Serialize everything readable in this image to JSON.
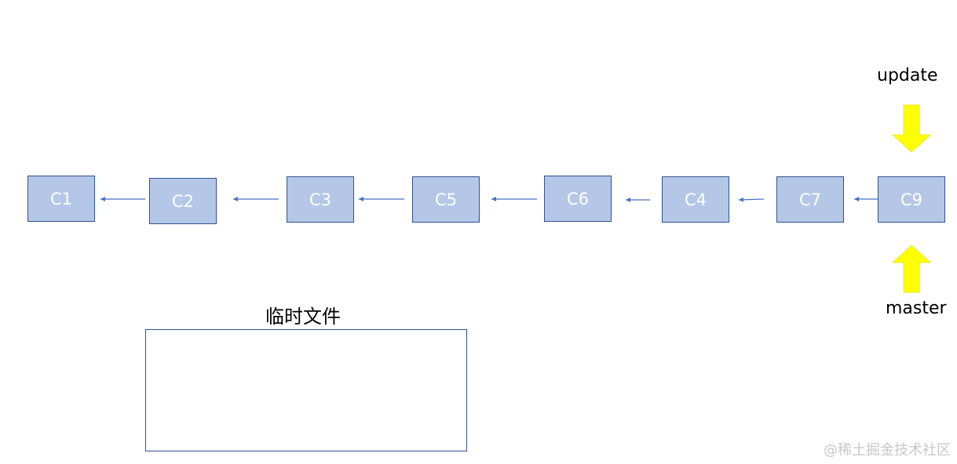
{
  "commits": [
    {
      "id": "c1",
      "label": "C1"
    },
    {
      "id": "c2",
      "label": "C2"
    },
    {
      "id": "c3",
      "label": "C3"
    },
    {
      "id": "c5",
      "label": "C5"
    },
    {
      "id": "c6",
      "label": "C6"
    },
    {
      "id": "c4",
      "label": "C4"
    },
    {
      "id": "c7",
      "label": "C7"
    },
    {
      "id": "c9",
      "label": "C9"
    }
  ],
  "branches": {
    "update": {
      "label": "update",
      "points_to": "C9"
    },
    "master": {
      "label": "master",
      "points_to": "C9"
    }
  },
  "temp_area": {
    "title": "临时文件"
  },
  "watermark": "@稀土掘金技术社区",
  "colors": {
    "commit_fill": "#b4c7e7",
    "commit_border": "#2f528f",
    "commit_text": "#ffffff",
    "arrow": "#4472c4",
    "branch_pointer": "#ffff00",
    "watermark": "#c8c8c8"
  }
}
